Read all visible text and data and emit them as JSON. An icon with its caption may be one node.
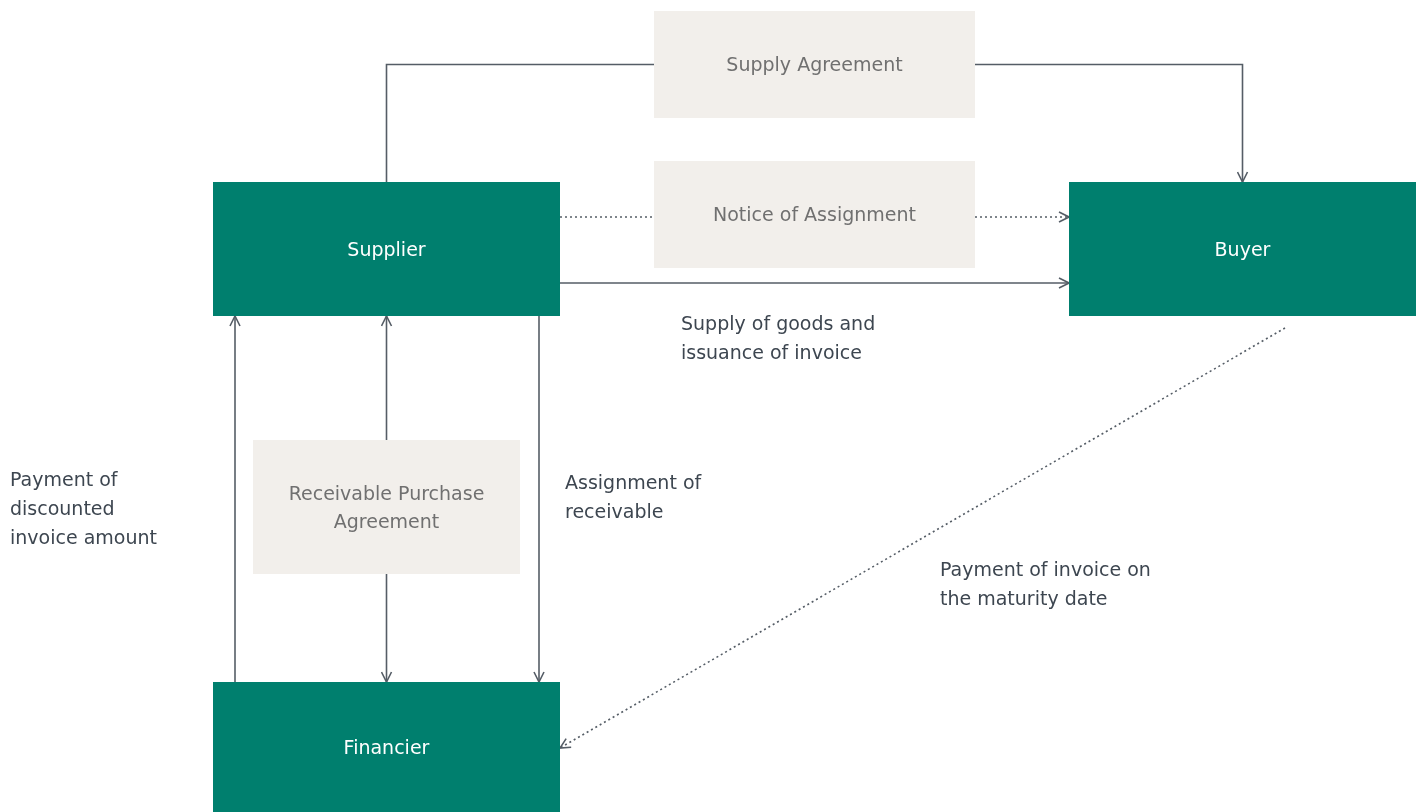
{
  "diagram": {
    "nodes": [
      {
        "text": [
          "Supply Agreement"
        ]
      },
      {
        "text": [
          "Supplier"
        ]
      },
      {
        "text": [
          "Notice of Assignment"
        ]
      },
      {
        "text": [
          "Buyer"
        ]
      },
      {
        "text": [
          "Receivable Purchase Agreement"
        ]
      },
      {
        "text": [
          "Financier"
        ]
      }
    ],
    "edges": [
      {
        "from": 1,
        "to": 0,
        "arrow": "none"
      },
      {
        "from": 0,
        "to": 3,
        "arrow": "to"
      },
      {
        "from": 1,
        "to": 2,
        "arrow": "none",
        "style": "dashed"
      },
      {
        "from": 2,
        "to": 3,
        "arrow": "to",
        "style": "dashed"
      },
      {
        "from": 1,
        "to": 3,
        "arrow": "to",
        "label": "Supply of goods and issuance of invoice"
      },
      {
        "from": 5,
        "to": 1,
        "arrow": "to",
        "label": "Payment of discounted invoice amount"
      },
      {
        "from": 4,
        "to": 1,
        "arrow": "to"
      },
      {
        "from": 4,
        "to": 5,
        "arrow": "to"
      },
      {
        "from": 1,
        "to": 5,
        "arrow": "to",
        "label": "Assignment of receivable"
      },
      {
        "from": 3,
        "to": 5,
        "arrow": "to",
        "style": "dashed",
        "label": "Payment of invoice on the maturity date"
      }
    ]
  }
}
